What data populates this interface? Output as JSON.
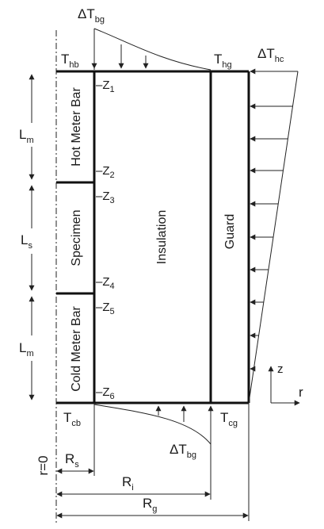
{
  "regions": {
    "hot_meter_bar": "Hot Meter Bar",
    "specimen": "Specimen",
    "cold_meter_bar": "Cold Meter Bar",
    "insulation": "Insulation",
    "guard": "Guard"
  },
  "temperatures": {
    "dT_bg_top": {
      "main": "ΔT",
      "sub": "bg"
    },
    "T_hb": {
      "main": "T",
      "sub": "hb"
    },
    "T_hg": {
      "main": "T",
      "sub": "hg"
    },
    "dT_hc": {
      "main": "ΔT",
      "sub": "hc"
    },
    "T_cb": {
      "main": "T",
      "sub": "cb"
    },
    "T_cg": {
      "main": "T",
      "sub": "cg"
    },
    "dT_bg_bottom": {
      "main": "ΔT",
      "sub": "bg"
    }
  },
  "z_labels": [
    {
      "main": "–Z",
      "sub": "1"
    },
    {
      "main": "–Z",
      "sub": "2"
    },
    {
      "main": "–Z",
      "sub": "3"
    },
    {
      "main": "–Z",
      "sub": "4"
    },
    {
      "main": "–Z",
      "sub": "5"
    },
    {
      "main": "–Z",
      "sub": "6"
    }
  ],
  "lengths": {
    "L_m_top": {
      "main": "L",
      "sub": "m"
    },
    "L_s": {
      "main": "L",
      "sub": "s"
    },
    "L_m_bottom": {
      "main": "L",
      "sub": "m"
    }
  },
  "radii": {
    "axis": "r=0",
    "R_s": {
      "main": "R",
      "sub": "s"
    },
    "R_i": {
      "main": "R",
      "sub": "i"
    },
    "R_g": {
      "main": "R",
      "sub": "g"
    }
  },
  "axes": {
    "z": "z",
    "r": "r"
  }
}
